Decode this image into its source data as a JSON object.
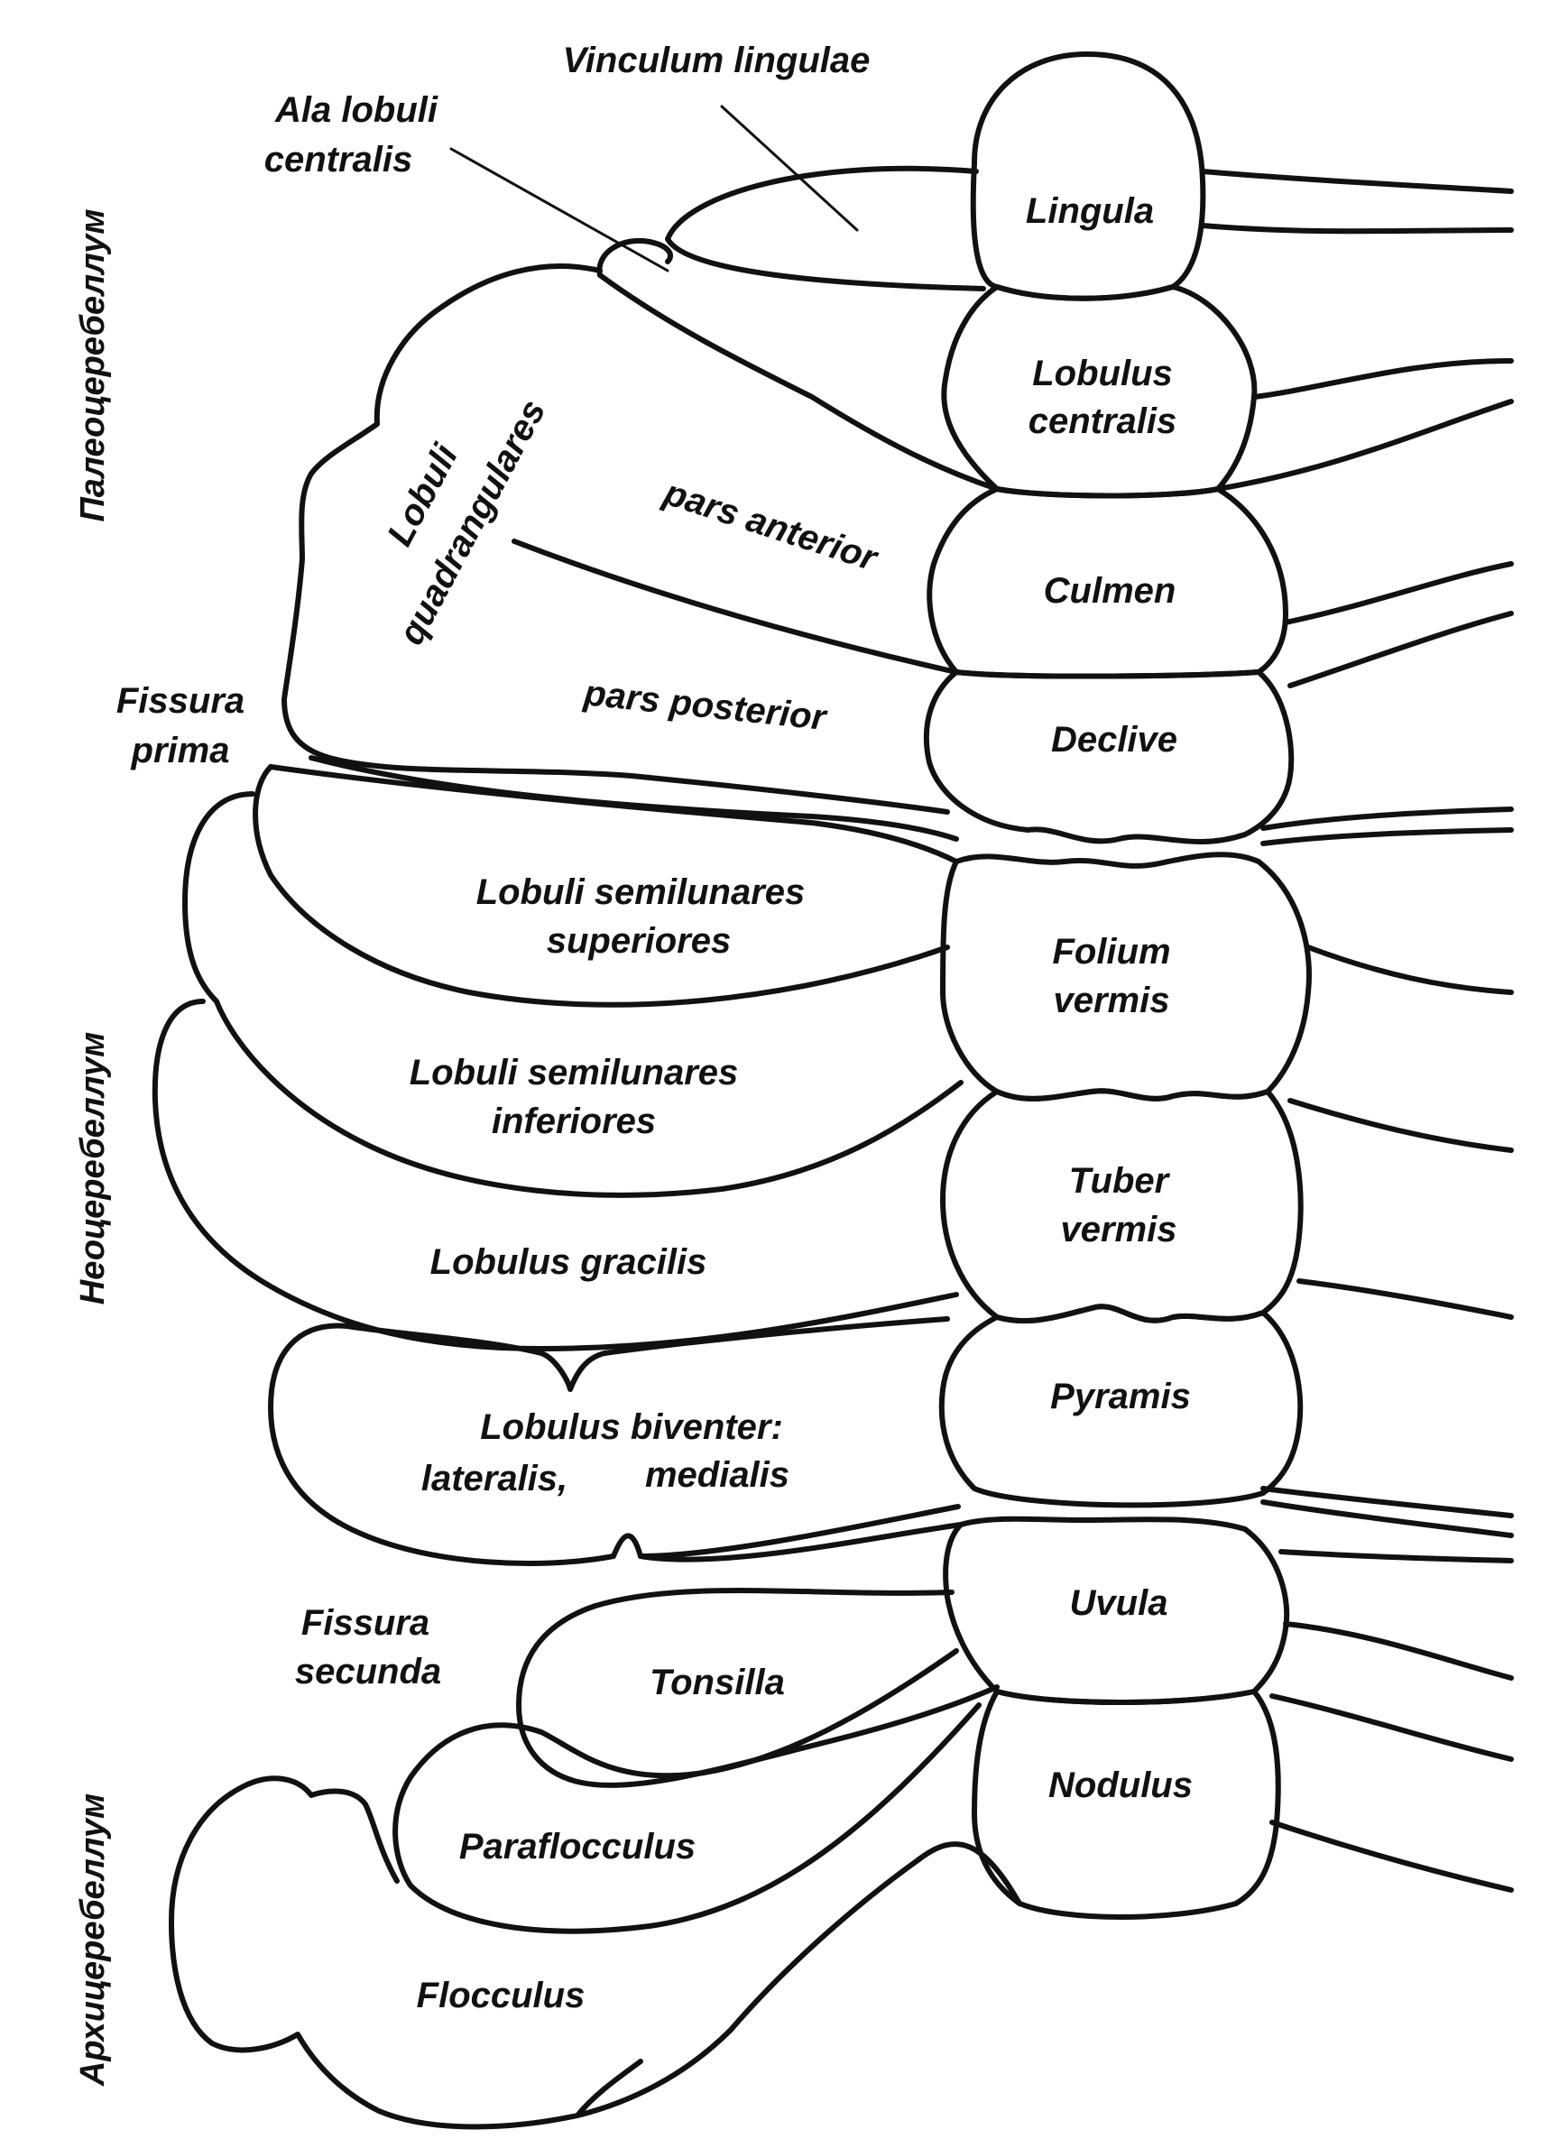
{
  "diagram": {
    "side_labels": {
      "paleo": "Палеоцеребеллум",
      "neo": "Неоцеребеллум",
      "archi": "Архицеребеллум"
    },
    "vermis": {
      "lingula": "Lingula",
      "lobulus_centralis": [
        "Lobulus",
        "centralis"
      ],
      "culmen": "Culmen",
      "declive": "Declive",
      "folium_vermis": [
        "Folium",
        "vermis"
      ],
      "tuber_vermis": [
        "Tuber",
        "vermis"
      ],
      "pyramis": "Pyramis",
      "uvula": "Uvula",
      "nodulus": "Nodulus"
    },
    "hemisphere": {
      "vinculum_lingulae": "Vinculum lingulae",
      "ala_lobuli_centralis": [
        "Ala lobuli",
        "centralis"
      ],
      "lobuli_quadrangulares": [
        "Lobuli",
        "quadrangulares"
      ],
      "pars_anterior": "pars anterior",
      "pars_posterior": "pars posterior",
      "fissura_prima": [
        "Fissura",
        "prima"
      ],
      "lobuli_semilunares_superiores": [
        "Lobuli semilunares",
        "superiores"
      ],
      "lobuli_semilunares_inferiores": [
        "Lobuli semilunares",
        "inferiores"
      ],
      "lobulus_gracilis": "Lobulus gracilis",
      "lobulus_biventer": [
        "Lobulus biventer:",
        "lateralis,",
        "medialis"
      ],
      "fissura_secunda": [
        "Fissura",
        "secunda"
      ],
      "tonsilla": "Tonsilla",
      "paraflocculus": "Paraflocculus",
      "flocculus": "Flocculus"
    }
  }
}
